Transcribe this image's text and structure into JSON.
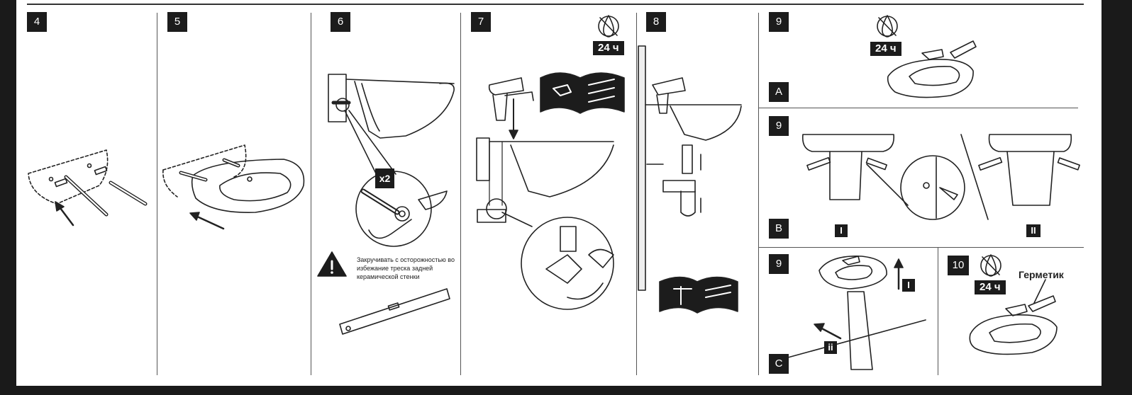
{
  "steps": {
    "s4": "4",
    "s5": "5",
    "s6": "6",
    "s7": "7",
    "s8": "8",
    "s9a": "9",
    "s9b": "9",
    "s9c": "9",
    "s10": "10"
  },
  "variants": {
    "a": "A",
    "b": "B",
    "c": "C"
  },
  "cure_time": "24 ч",
  "multiplier": "x2",
  "roman": {
    "one": "I",
    "two": "II",
    "small_two": "ii"
  },
  "warning": "Закручивать с осторожностью во избежание треска задней керамической стенки",
  "sealant_label": "Герметик",
  "icons": [
    "no-water-drop-icon",
    "warning-triangle-icon",
    "spirit-level-icon",
    "instruction-book-icon",
    "wrench-icon",
    "pencil-icon"
  ]
}
